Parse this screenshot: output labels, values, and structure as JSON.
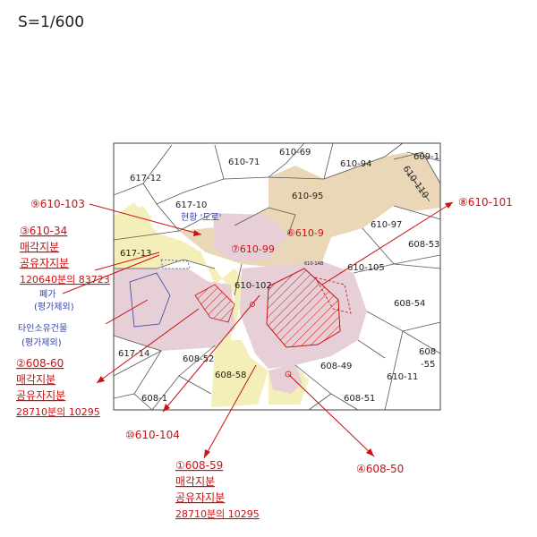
{
  "scale": "S=1/600",
  "parcels": {
    "p617_12": "617-12",
    "p610_71": "610-71",
    "p610_69": "610-69",
    "p610_94": "610-94",
    "p609_1": "609-1",
    "p610_110": "610-110",
    "p617_10": "617-10",
    "p610_95": "610-95",
    "p610_97": "610-97",
    "p608_53": "608-53",
    "p617_13": "617-13",
    "p610_105": "610-105",
    "p610_102": "610-102",
    "p608_54": "608-54",
    "p617_14": "617-14",
    "p608_52": "608-52",
    "p608_58": "608-58",
    "p608_49": "608-49",
    "p608_55a": "608",
    "p608_55b": "-55",
    "p610_11": "610-11",
    "p608_1": "608-1",
    "p608_51": "608-51",
    "p610_1ab": "610-1AB"
  },
  "road_label": "현황 '도로'",
  "inner": {
    "i7": "⑦610-99",
    "i6": "⑥610-9"
  },
  "callouts": {
    "c9": "⑨610-103",
    "c3_title": "③610-34",
    "c3_l1": "매각지분",
    "c3_l2": "공유자지분",
    "c3_l3": "120640분의 83723",
    "demolished": "폐가",
    "excluded1": "(평가제외)",
    "others_bldg": "타인소유건물",
    "excluded2": "(평가제외)",
    "c2_title": "②608-60",
    "c2_l1": "매각지분",
    "c2_l2": "공유자지분",
    "c2_l3": "28710분의 10295",
    "c10": "⑩610-104",
    "c1_title": "①608-59",
    "c1_l1": "매각지분",
    "c1_l2": "공유자지분",
    "c1_l3": "28710분의 10295",
    "c4": "④608-50",
    "c8": "⑧610-101"
  },
  "colors": {
    "subject": "#e6cfd6",
    "road": "#f4efb8",
    "tan": "#ead7b8",
    "accent": "#cc1111"
  }
}
